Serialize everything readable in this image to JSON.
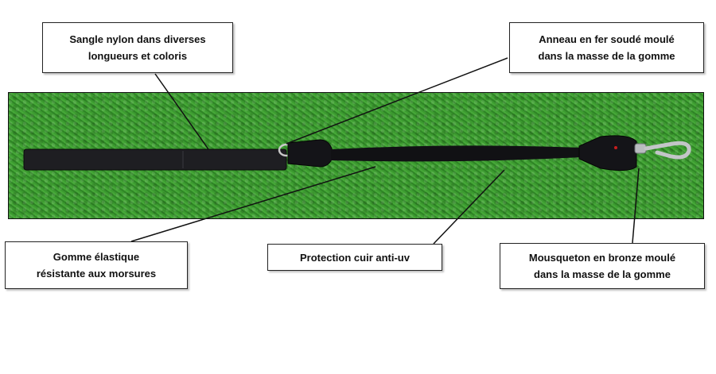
{
  "labels": {
    "sangle_line1": "Sangle nylon dans diverses",
    "sangle_line2": "longueurs et coloris",
    "anneau_line1": "Anneau en fer soudé moulé",
    "anneau_line2": "dans la masse de la gomme",
    "gomme_line1": "Gomme élastique",
    "gomme_line2": "résistante aux morsures",
    "protection": "Protection cuir anti-uv",
    "mousqueton_line1": "Mousqueton en bronze moulé",
    "mousqueton_line2": "dans la masse de la gomme"
  },
  "colors": {
    "grass": "#37922c",
    "strap": "#1e1e22",
    "rubber": "#111114",
    "clip": "#b9bcc0",
    "accent": "#c81e1e"
  }
}
